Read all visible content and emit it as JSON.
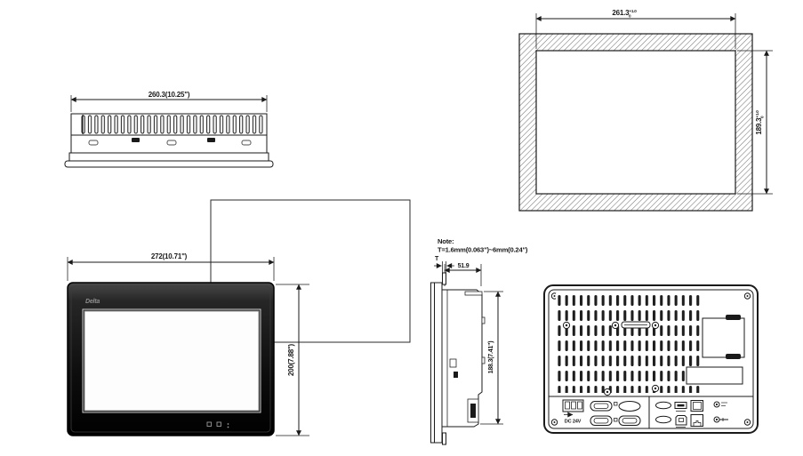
{
  "meta": {
    "background": "#ffffff",
    "line_color": "#1a1a1a",
    "hatch_color": "#777777",
    "bezel_color": "#0d0d0d",
    "screen_color": "#ffffff"
  },
  "top_view": {
    "width_dim": "260.3(10.25\")"
  },
  "cutout_view": {
    "width_value": "261.3",
    "width_tol_upper": "+1.0",
    "width_tol_lower": "0",
    "height_value": "189.3",
    "height_tol_upper": "+1.0",
    "height_tol_lower": "0"
  },
  "front_view": {
    "width_dim": "272(10.71\")",
    "height_dim": "200(7.88\")",
    "logo": "Delta"
  },
  "side_view": {
    "note_title": "Note:",
    "note_text": "T=1.6mm(0.063\")~6mm(0.24\")",
    "thickness_label": "T",
    "depth_dim": "51.9",
    "height_dim": "188.3(7.41\")"
  },
  "rear_view": {
    "power_label": "DC 24V"
  }
}
